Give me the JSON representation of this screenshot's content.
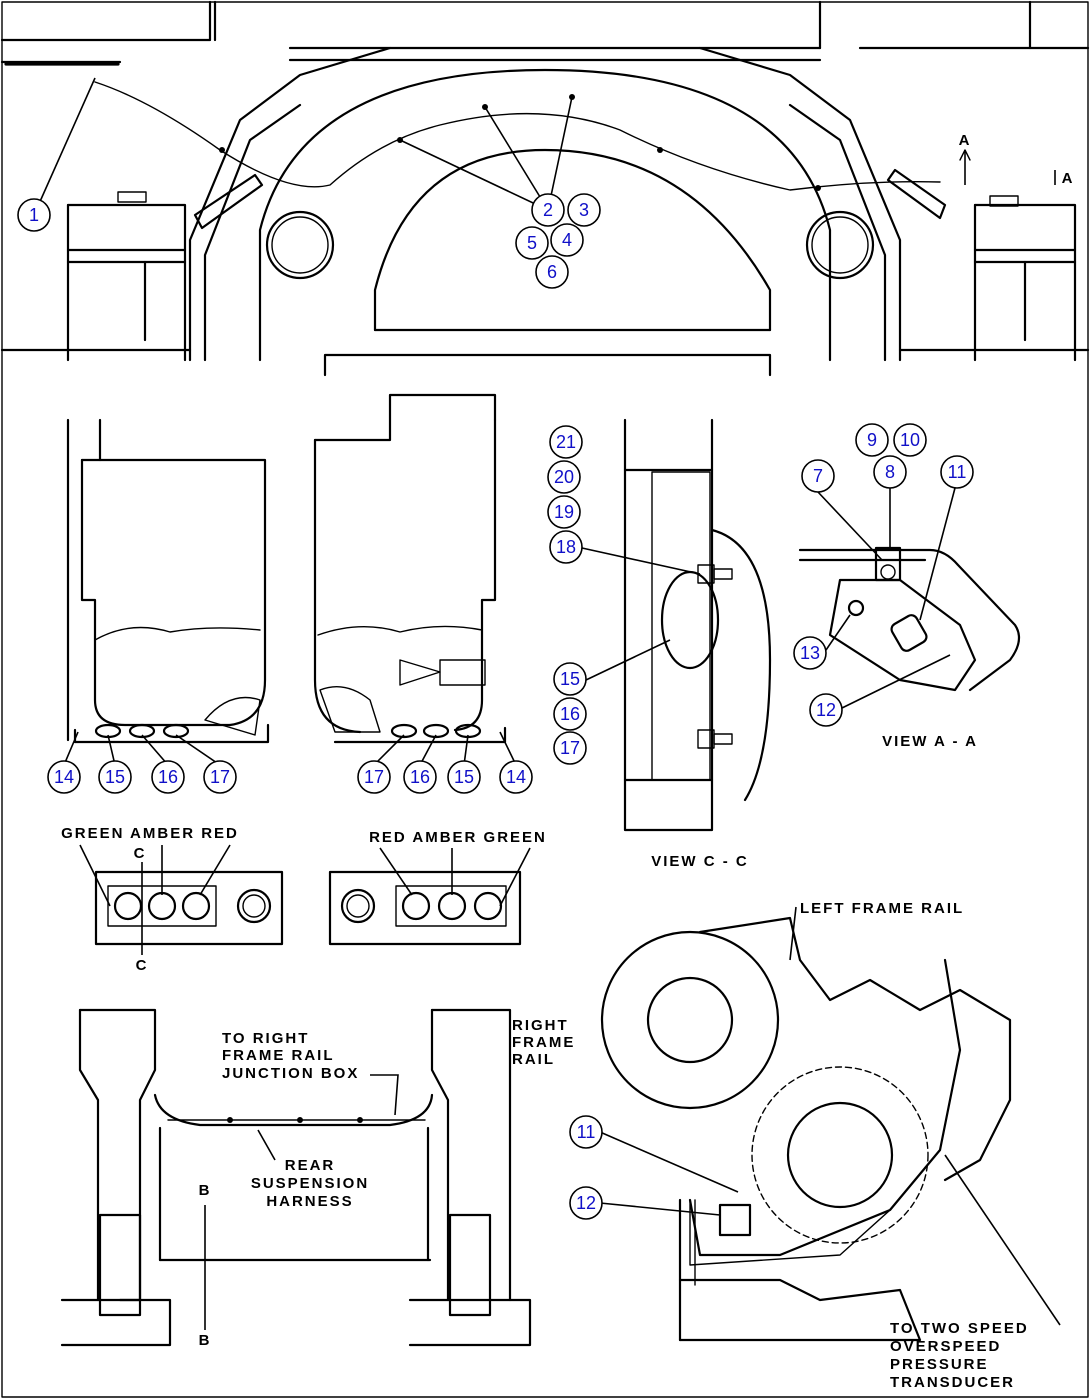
{
  "labels": {
    "view_aa": "VIEW  A - A",
    "view_cc": "VIEW  C - C",
    "section_a": "A",
    "section_b": "B",
    "section_c": "C",
    "lights_left": "GREEN  AMBER  RED",
    "lights_right": "RED  AMBER  GREEN",
    "right_frame_rail": [
      "RIGHT",
      "FRAME",
      "RAIL"
    ],
    "to_right_junction": [
      "TO RIGHT",
      "FRAME RAIL",
      "JUNCTION BOX"
    ],
    "rear_harness": [
      "REAR",
      "SUSPENSION",
      "HARNESS"
    ],
    "left_frame_rail": "LEFT  FRAME RAIL",
    "to_transducer": [
      "TO TWO SPEED",
      "OVERSPEED",
      "PRESSURE",
      "TRANSDUCER"
    ]
  },
  "callouts": [
    "1",
    "2",
    "3",
    "4",
    "5",
    "6",
    "7",
    "8",
    "9",
    "10",
    "11",
    "12",
    "13",
    "14",
    "15",
    "16",
    "17",
    "18",
    "19",
    "20",
    "21"
  ]
}
